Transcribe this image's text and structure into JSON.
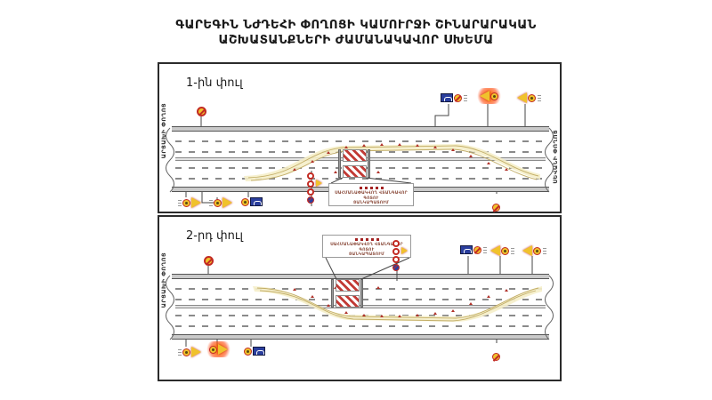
{
  "title": {
    "line1": "ԳԱՐԵԳԻՆ ՆԺԴԵՀԻ ՓՈՂՈՑԻ ԿԱՄՈՒՐՋԻ ՇԻՆԱՐԱՐԱԿԱՆ",
    "line2": "ԱՇԽԱՏԱՆՔՆԵՐԻ ԺԱՄԱՆԱԿԱՎՈՐ ՍԽԵՄԱ"
  },
  "p1": {
    "phase": "1-ին փուլ",
    "street_left": "ԱՐՑԱԽԻ ՓՈՂՈՑ",
    "street_right": "ՍԵՎԱՆԻ ՓՈՂՈՑ",
    "callout1": "ՍԱՀՄԱՆԱՓԱԿՎՈՂ ՎՏԱՆԳԱՎՈՐ ԳՈՏՈՒ",
    "callout2": "ՑԱՆԿԱՊԱՏՈՒՄ",
    "signs": {
      "top_left": [
        "no-stopping-temporary"
      ],
      "top_right": [
        "detour-direction-blue",
        "no-stopping-temporary",
        "roadworks-warning-highlighted",
        "speed-limit",
        "roadworks-warning",
        "speed-limit"
      ],
      "bottom_left": [
        "roadworks-warning",
        "speed-limit",
        "roadworks-warning",
        "speed-limit",
        "speed-limit",
        "detour-direction-blue"
      ],
      "bottom_right": [
        "no-stopping-temporary"
      ],
      "work-zone-post": [
        "prohibition-signs-cluster",
        "roadworks-warning",
        "no-stopping"
      ]
    }
  },
  "p2": {
    "phase": "2-րդ փուլ",
    "street_left": "ԱՐՑԱԽԻ ՓՈՂՈՑ",
    "callout1": "ՍԱՀՄԱՆԱՓԱԿՎՈՂ ՎՏԱՆԳԱՎՈՐ ԳՈՏՈՒ",
    "callout2": "ՑԱՆԿԱՊԱՏՈՒՄ",
    "signs": {
      "top_left": [
        "no-stopping-temporary"
      ],
      "top_right": [
        "detour-direction-blue",
        "no-stopping-temporary",
        "roadworks-warning",
        "speed-limit",
        "roadworks-warning",
        "speed-limit"
      ],
      "bottom_left": [
        "speed-limit",
        "roadworks-warning",
        "roadworks-warning-highlighted",
        "speed-limit",
        "speed-limit",
        "detour-direction-blue"
      ],
      "bottom_right": [
        "no-stopping-temporary"
      ],
      "work-zone-post": [
        "prohibition-signs-cluster",
        "roadworks-warning",
        "no-stopping"
      ]
    }
  },
  "colors": {
    "sign_yellow": "#f0c22c",
    "sign_red": "#c22a22",
    "sign_blue": "#2b3f9e",
    "hatch_red": "#c23a35",
    "bypass_fill": "#f5eec9",
    "highlight_glow": "#ff6e0a",
    "road_edge": "#c9c9c9"
  }
}
